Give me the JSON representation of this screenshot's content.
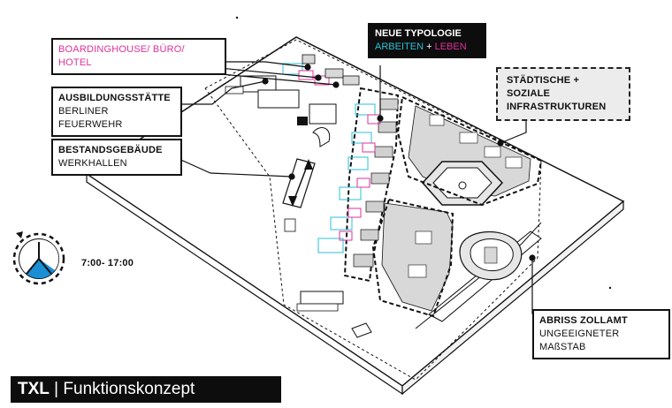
{
  "labels": {
    "boarding": "BOARDINGHOUSE/ BÜRO/ HOTEL",
    "ausbildung_title": "AUSBILDUNGSSTÄTTE",
    "ausbildung_sub": "BERLINER FEUERWEHR",
    "bestand_title": "BESTANDSGEBÄUDE",
    "bestand_sub": "WERKHALLEN",
    "typologie_title": "NEUE TYPOLOGIE",
    "typologie_arbeiten": "ARBEITEN",
    "typologie_plus": "+",
    "typologie_leben": "LEBEN",
    "infra_line1": "STÄDTISCHE + SOZIALE",
    "infra_line2": "INFRASTRUKTUREN",
    "abriss_title": "ABRISS ZOLLAMT",
    "abriss_sub": "UNGEEIGNETER MAßSTAB",
    "time": "7:00- 17:00"
  },
  "footer": {
    "code": "TXL",
    "separator": "|",
    "title": "Funktionskonzept"
  },
  "colors": {
    "magenta": "#e0309a",
    "cyan": "#28c2d8",
    "clock_fill": "#1a8fd6",
    "dark": "#0d0d0d",
    "box_grey": "#ececec"
  },
  "icons": [
    "clock-icon"
  ]
}
